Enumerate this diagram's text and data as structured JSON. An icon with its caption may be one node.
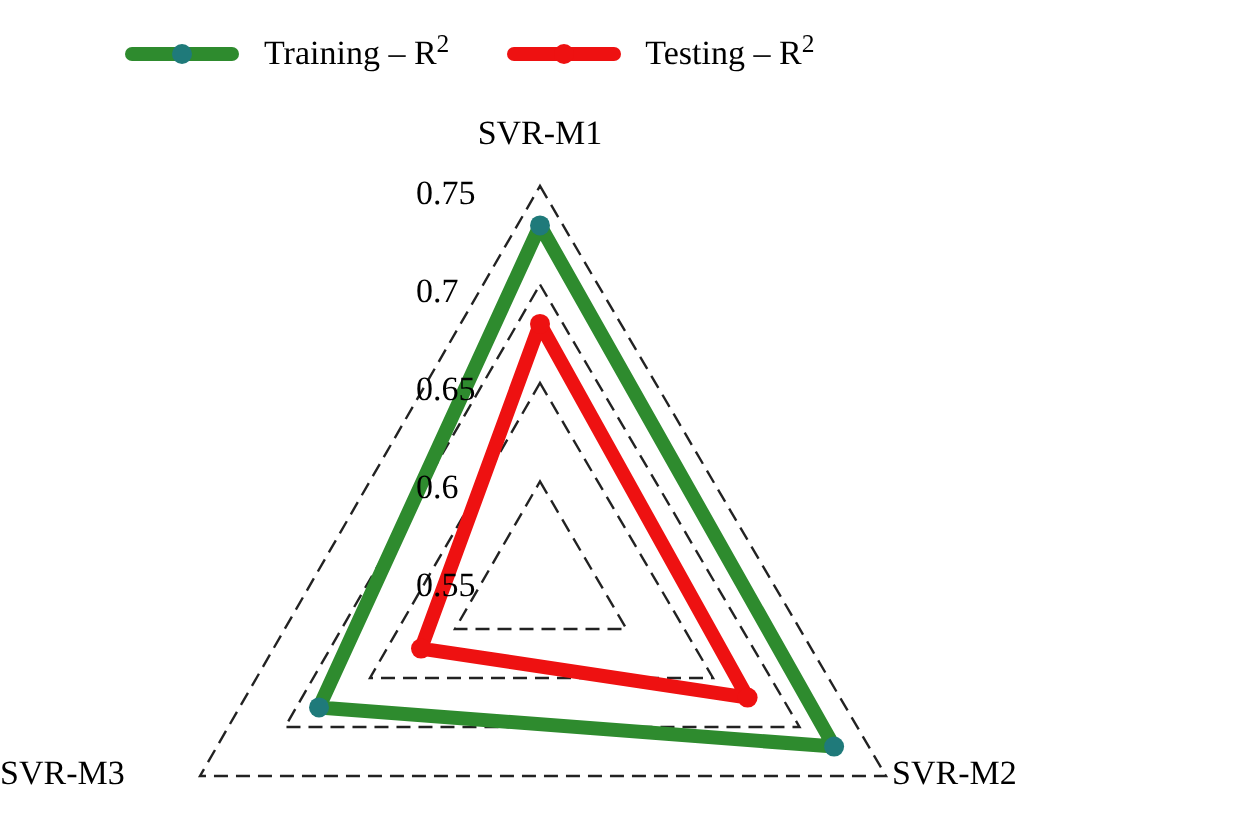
{
  "diagram": {
    "labels": [
      "SVR-M1",
      "0.75",
      "0.7",
      "0.65",
      "0.6",
      "0.55",
      "SVR-M3",
      "SVR-M2"
    ],
    "legend": [
      {
        "text": "Training – R$^{2}$"
      },
      {
        "text": "Testing – R$^{2}$"
      }
    ]
  }
}
